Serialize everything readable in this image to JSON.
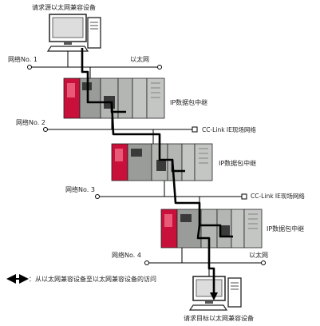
{
  "labels": {
    "source_device": "请求源以太网兼容设备",
    "target_device": "请求目标以太网兼容设备",
    "network_1": "网络No. 1",
    "network_1_type": "以太网",
    "network_2": "网络No. 2",
    "network_2_type": "CC-Link IE现场网络",
    "network_3": "网络No. 3",
    "network_3_type": "CC-Link IE现场网络",
    "network_4": "网络No. 4",
    "network_4_type": "以太网",
    "relay_1": "IP数据包中继",
    "relay_2": "IP数据包中继",
    "relay_3": "IP数据包中继",
    "legend_text": "：从以太网兼容设备至以太网兼容设备的访问"
  },
  "colors": {
    "plc_red": "#c8103a",
    "plc_gray": "#b4b6b4",
    "plc_dark": "#3a3a3a",
    "path_black": "#000000"
  }
}
